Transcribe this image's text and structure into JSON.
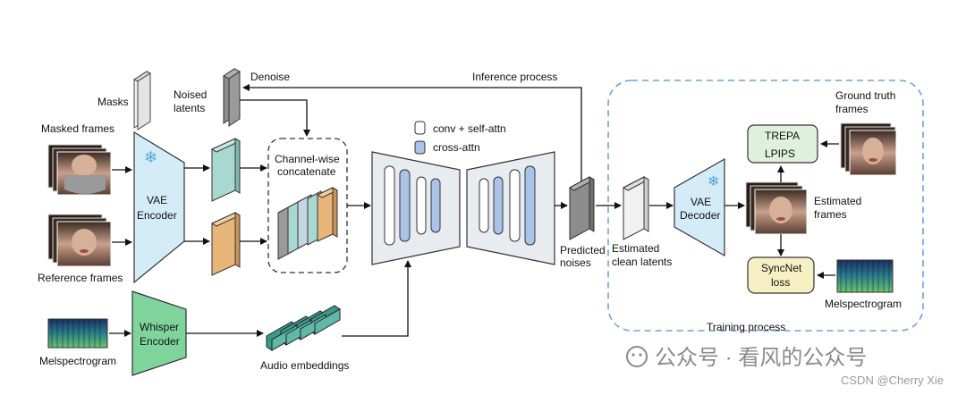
{
  "labels": {
    "masks": "Masks",
    "noised_latents_1": "Noised",
    "noised_latents_2": "latents",
    "denoise": "Denoise",
    "inference_process": "Inference process",
    "masked_frames": "Masked frames",
    "reference_frames": "Reference frames",
    "vae_encoder_1": "VAE",
    "vae_encoder_2": "Encoder",
    "channel_wise_1": "Channel-wise",
    "channel_wise_2": "concatenate",
    "legend_conv": "conv + self-attn",
    "legend_cross": "cross-attn",
    "predicted_noises_1": "Predicted",
    "predicted_noises_2": "noises",
    "estimated_clean_1": "Estimated",
    "estimated_clean_2": "clean latents",
    "vae_decoder_1": "VAE",
    "vae_decoder_2": "Decoder",
    "trepa": "TREPA",
    "lpips": "LPIPS",
    "ground_truth_1": "Ground truth",
    "ground_truth_2": "frames",
    "estimated_frames_1": "Estimated",
    "estimated_frames_2": "frames",
    "syncnet_1": "SyncNet",
    "syncnet_2": "loss",
    "melspectrogram_right": "Melspectrogram",
    "training_process": "Training process",
    "melspectrogram_left": "Melspectrogram",
    "whisper_1": "Whisper",
    "whisper_2": "Encoder",
    "audio_embeddings": "Audio embeddings"
  },
  "watermark": {
    "wechat": "公众号 · 看风的公众号",
    "csdn": "CSDN @Cherry Xie"
  },
  "colors": {
    "encoder_blue": "#d4ebf8",
    "whisper_green": "#7fd49b",
    "teal_latent": "#a8d8cf",
    "orange_latent": "#e8b57a",
    "gray_latent": "#8c8c8c",
    "loss_green": "#dff1dc",
    "syncnet_yellow": "#f7f0c5",
    "unet_gray": "#e8ecf1",
    "training_dash": "#6fa0e0"
  }
}
